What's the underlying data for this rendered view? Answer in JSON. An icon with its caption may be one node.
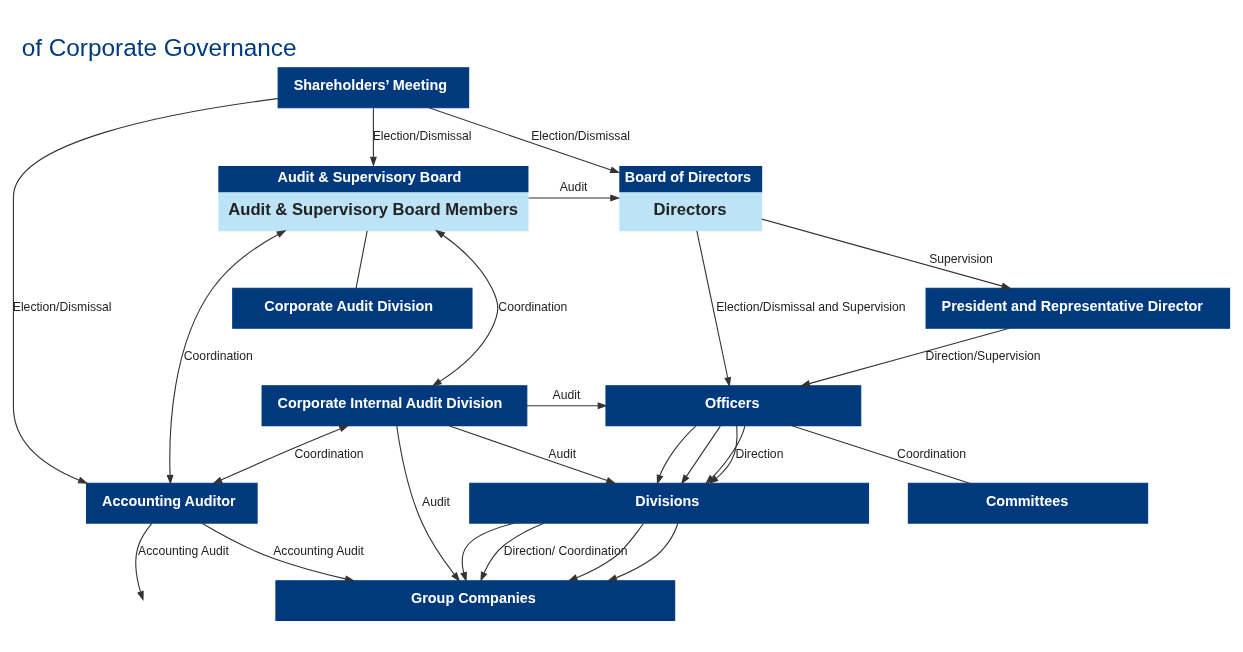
{
  "diagram": {
    "title": "of Corporate Governance",
    "nodes": [
      {
        "text": [
          "Shareholders’ Meeting"
        ]
      },
      {
        "text": [
          "Board of Directors",
          "Directors"
        ]
      },
      {
        "text": [
          "President and Representative Director"
        ]
      },
      {
        "text": [
          "Officers"
        ]
      },
      {
        "text": [
          "Committees"
        ]
      },
      {
        "text": [
          "Divisions"
        ]
      },
      {
        "text": [
          "Group Companies"
        ]
      },
      {
        "text": [
          "Audit & Supervisory Board",
          "Audit & Supervisory Board Members"
        ]
      },
      {
        "text": [
          "Corporate Audit Division"
        ]
      },
      {
        "text": [
          "Corporate Internal Audit Division"
        ]
      },
      {
        "text": [
          "Accounting Auditor"
        ]
      }
    ],
    "edges": [
      {
        "from": 0,
        "to": 1,
        "arrow": "to",
        "label": "Election/Dismissal"
      },
      {
        "from": 0,
        "to": 7,
        "arrow": "to",
        "label": "Election/Dismissal"
      },
      {
        "from": 0,
        "to": 10,
        "arrow": "to",
        "label": "Election/Dismissal"
      },
      {
        "from": 7,
        "to": 1,
        "arrow": "to",
        "label": "Audit"
      },
      {
        "from": 1,
        "to": 2,
        "arrow": "to",
        "label": "Supervision"
      },
      {
        "from": 1,
        "to": 3,
        "arrow": "to",
        "label": "Election/Dismissal and Supervision"
      },
      {
        "from": 7,
        "to": 8,
        "arrow": "none"
      },
      {
        "from": 7,
        "to": 9,
        "arrow": "both",
        "label": "Coordination"
      },
      {
        "from": 7,
        "to": 10,
        "arrow": "both",
        "label": "Coordination"
      },
      {
        "from": 9,
        "to": 10,
        "arrow": "both",
        "label": "Coordination"
      },
      {
        "from": 2,
        "to": 3,
        "arrow": "to",
        "label": "Direction/Supervision"
      },
      {
        "from": 9,
        "to": 3,
        "arrow": "to",
        "label": "Audit"
      },
      {
        "from": 3,
        "to": 4,
        "arrow": "none",
        "label": "Coordination"
      },
      {
        "from": 3,
        "to": 5,
        "arrow": "to",
        "label": "Direction"
      },
      {
        "from": 3,
        "to": 5,
        "arrow": "to"
      },
      {
        "from": 3,
        "to": 5,
        "arrow": "to"
      },
      {
        "from": 3,
        "to": 5,
        "arrow": "to"
      },
      {
        "from": 5,
        "to": 6,
        "arrow": "to"
      },
      {
        "from": 5,
        "to": 6,
        "arrow": "to",
        "label": "Direction/ Coordination"
      },
      {
        "from": 5,
        "to": 6,
        "arrow": "to"
      },
      {
        "from": 5,
        "to": 6,
        "arrow": "to"
      },
      {
        "from": 9,
        "to": 5,
        "arrow": "to",
        "label": "Audit"
      },
      {
        "from": 9,
        "to": 6,
        "arrow": "to",
        "label": "Audit"
      },
      {
        "from": 10,
        "to": null,
        "arrow": "to",
        "label": "Accounting Audit"
      },
      {
        "from": 10,
        "to": 6,
        "arrow": "to",
        "label": "Accounting Audit"
      }
    ]
  }
}
